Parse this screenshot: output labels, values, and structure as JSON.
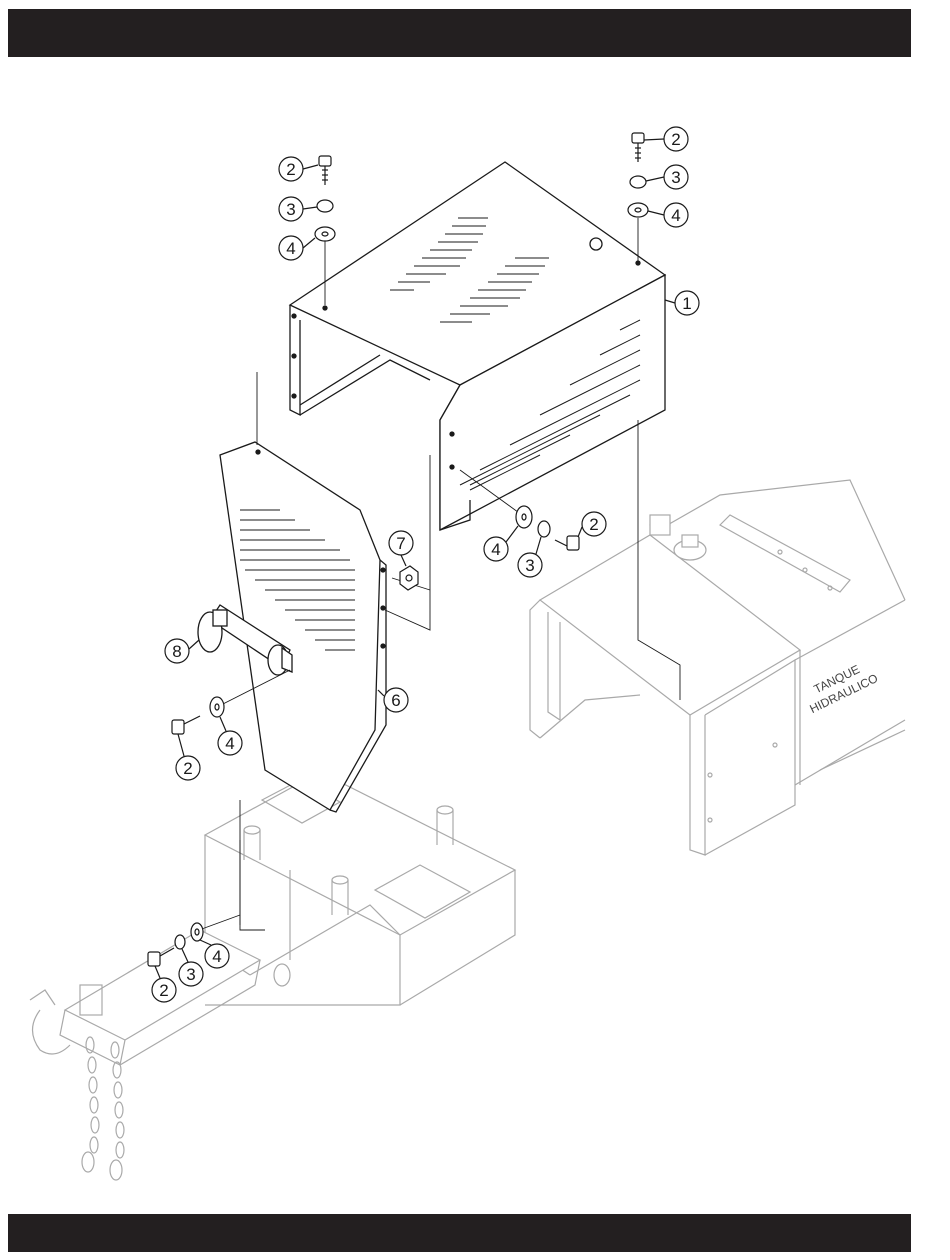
{
  "header_bar": {
    "color": "#231f20"
  },
  "footer_bar": {
    "color": "#231f20"
  },
  "diagram": {
    "tank_label": [
      "TANQUE",
      "HIDRAULICO"
    ],
    "callouts": [
      "2",
      "3",
      "4",
      "2",
      "3",
      "4",
      "1",
      "7",
      "4",
      "3",
      "2",
      "8",
      "6",
      "4",
      "2",
      "3",
      "4",
      "2"
    ],
    "colors": {
      "main_part": "#1a1a1a",
      "context_part": "#a9a9a9"
    }
  }
}
